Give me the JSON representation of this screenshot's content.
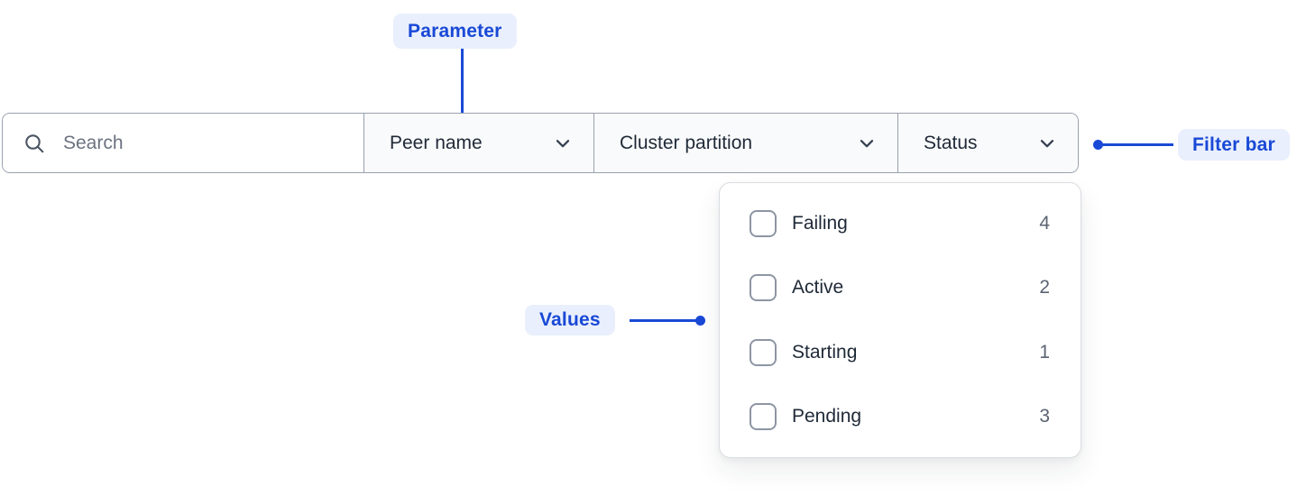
{
  "annotations": {
    "parameter": "Parameter",
    "filter_bar": "Filter bar",
    "values": "Values"
  },
  "filter_bar": {
    "search": {
      "value": "",
      "placeholder": "Search"
    },
    "dropdowns": [
      {
        "label": "Peer name"
      },
      {
        "label": "Cluster partition"
      },
      {
        "label": "Status"
      }
    ]
  },
  "status_menu": {
    "options": [
      {
        "label": "Failing",
        "count": 4,
        "checked": false
      },
      {
        "label": "Active",
        "count": 2,
        "checked": false
      },
      {
        "label": "Starting",
        "count": 1,
        "checked": false
      },
      {
        "label": "Pending",
        "count": 3,
        "checked": false
      }
    ]
  },
  "colors": {
    "accent": "#1949d6",
    "badge_bg": "#e9effc",
    "bar_border": "#99a1af",
    "segment_bg": "#f9fafb",
    "text_dark": "#1f2937",
    "placeholder": "#6b7280",
    "count": "#5b6472",
    "checkbox_border": "#8e95a3",
    "panel_border": "#d9dce1"
  }
}
